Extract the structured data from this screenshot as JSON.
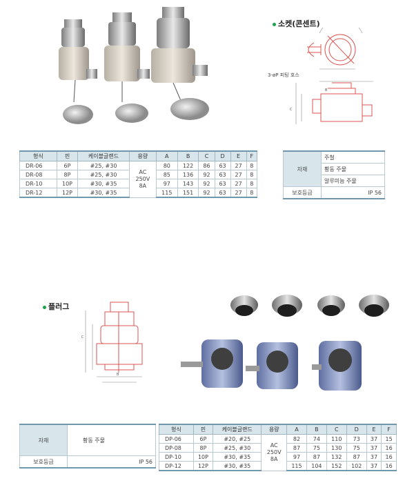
{
  "socket_section": {
    "heading": "소켓(콘센트)",
    "drawing_label": "3-øP 피팅 호스"
  },
  "plug_section": {
    "heading": "플러그"
  },
  "dr_table": {
    "headers": [
      "형식",
      "핀",
      "케이블글랜드",
      "용량",
      "A",
      "B",
      "C",
      "D",
      "E",
      "F"
    ],
    "rating": [
      "AC",
      "250V",
      "8A"
    ],
    "rows": [
      [
        "DR-06",
        "6P",
        "#25, #30",
        "80",
        "122",
        "86",
        "63",
        "27",
        "8"
      ],
      [
        "DR-08",
        "8P",
        "#25, #30",
        "85",
        "136",
        "92",
        "63",
        "27",
        "8"
      ],
      [
        "DR-10",
        "10P",
        "#30, #35",
        "97",
        "143",
        "92",
        "63",
        "27",
        "8"
      ],
      [
        "DR-12",
        "12P",
        "#30, #35",
        "115",
        "151",
        "92",
        "63",
        "27",
        "8"
      ]
    ]
  },
  "dp_table": {
    "headers": [
      "형식",
      "핀",
      "케이블글랜드",
      "용량",
      "A",
      "B",
      "C",
      "D",
      "E",
      "F"
    ],
    "rating": [
      "AC",
      "250V",
      "8A"
    ],
    "rows": [
      [
        "DP-06",
        "6P",
        "#20, #25",
        "82",
        "74",
        "110",
        "73",
        "37",
        "15"
      ],
      [
        "DP-08",
        "8P",
        "#25, #30",
        "87",
        "75",
        "130",
        "75",
        "37",
        "16"
      ],
      [
        "DP-10",
        "10P",
        "#30, #35",
        "97",
        "87",
        "132",
        "87",
        "37",
        "16"
      ],
      [
        "DP-12",
        "12P",
        "#30, #35",
        "115",
        "104",
        "152",
        "102",
        "37",
        "16"
      ]
    ]
  },
  "socket_material": {
    "label": "자재",
    "values": [
      "주철",
      "황동 주물",
      "알루미늄 주물"
    ],
    "protection_label": "보호등급",
    "protection_value": "IP 56"
  },
  "plug_material": {
    "label": "자재",
    "value": "황동 주물",
    "protection_label": "보호등급",
    "protection_value": "IP 56"
  },
  "colors": {
    "header_bg": "#d8e6ec",
    "border_accent": "#6f98ae",
    "drawing_red": "#d9534f",
    "bullet_green": "#1aa34a"
  }
}
